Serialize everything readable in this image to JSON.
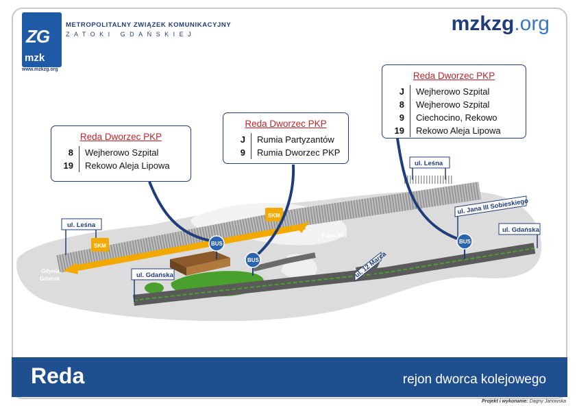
{
  "header": {
    "logo_text": "ZG",
    "logo_sub": "mzk",
    "logo_url": "www.mzkzg.org",
    "org_name_1": "METROPOLITALNY ZWIĄZEK KOMUNIKACYJNY",
    "org_name_2": "ZATOKI GDAŃSKIEJ",
    "brand_bold": "mzkzg",
    "brand_light": ".org"
  },
  "callouts": [
    {
      "stop": "Reda Dworzec PKP",
      "routes": [
        {
          "line": "8",
          "destination": "Wejherowo Szpital"
        },
        {
          "line": "19",
          "destination": "Rekowo Aleja Lipowa"
        }
      ]
    },
    {
      "stop": "Reda Dworzec PKP",
      "routes": [
        {
          "line": "J",
          "destination": "Rumia Partyzantów"
        },
        {
          "line": "9",
          "destination": "Rumia Dworzec PKP"
        }
      ]
    },
    {
      "stop": "Reda Dworzec PKP",
      "routes": [
        {
          "line": "J",
          "destination": "Wejherowo Szpital"
        },
        {
          "line": "8",
          "destination": "Wejherowo Szpital"
        },
        {
          "line": "9",
          "destination": "Ciechocino, Rekowo"
        },
        {
          "line": "19",
          "destination": "Rekowo Aleja Lipowa"
        }
      ]
    }
  ],
  "map": {
    "streets": {
      "lesna_left": "ul. Leśna",
      "lesna_right": "ul. Leśna",
      "gdanska_left": "ul. Gdańska",
      "gdanska_right": "ul. Gdańska",
      "jana_sobieskiego": "ul. Jana III Sobieskiego",
      "12_marca": "ul. 12 Marca"
    },
    "direction_label_1": "Gdynia,",
    "direction_label_2": "Gdańsk",
    "direction_hel": "Puck, Hel",
    "bus_label": "BUS",
    "skm_label": "SKM"
  },
  "footer": {
    "title": "Reda",
    "subtitle": "rejon dworca kolejowego",
    "credit_label": "Projekt i wykonanie:",
    "credit_name": "Dagny Janowska"
  },
  "colors": {
    "brand_blue": "#1f3d7a",
    "footer_blue": "#1f4f8f",
    "stop_red": "#c0232a",
    "track_orange": "#f2a900",
    "green": "#4aa02c"
  }
}
